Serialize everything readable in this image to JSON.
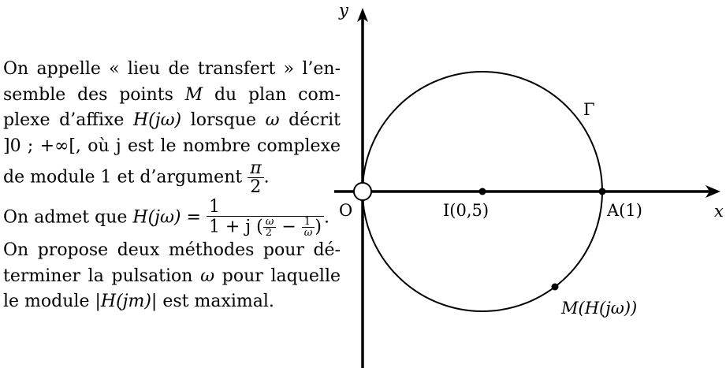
{
  "paragraph": {
    "line1": "On appelle « lieu de transfert » l’en-",
    "line2_a": "semble des points ",
    "line2_m": "M",
    "line2_b": " du plan com-",
    "line3_a": "plexe d’affixe ",
    "line3_expr": "H(jω)",
    "line3_b": " lorsque ",
    "line3_omega": "ω",
    "line3_c": " décrit",
    "line4": "]0 ; +∞[, où j est le nombre complexe",
    "line5_a": "de module 1 et d’argument ",
    "line5_num": "π",
    "line5_den": "2",
    "line5_b": ".",
    "line6_a": "On admet que ",
    "line6_expr": "H(jω) =",
    "line6_num": "1",
    "line6_den_a": "1 + j (",
    "line6_den_f1_num": "ω",
    "line6_den_f1_den": "2",
    "line6_den_minus": " − ",
    "line6_den_f2_num": "1",
    "line6_den_f2_den": "ω",
    "line6_den_b": ")",
    "line6_end": ".",
    "line7": "On propose deux méthodes pour dé-",
    "line8_a": "terminer la pulsation ",
    "line8_omega": "ω",
    "line8_b": " pour laquelle",
    "line9_a": "le module ",
    "line9_expr": "|H(jm)|",
    "line9_b": " est maximal."
  },
  "diagram": {
    "y_label": "y",
    "x_label": "x",
    "origin_label": "O",
    "center_label": "I(0,5)",
    "point_a_label": "A(1)",
    "curve_label": "Γ",
    "point_m_label": "M(H(jω))"
  }
}
